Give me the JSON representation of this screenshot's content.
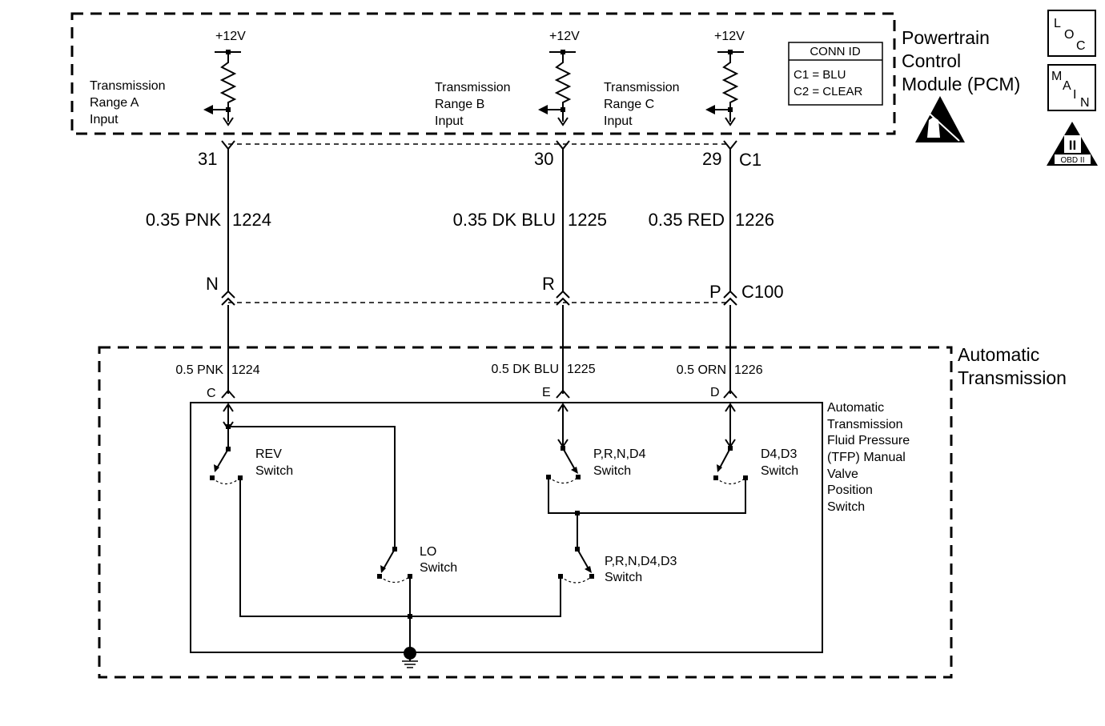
{
  "pcm": {
    "title_lines": [
      "Powertrain",
      "Control",
      "Module (PCM)"
    ],
    "supply_label": "+12V",
    "inputs": [
      {
        "lines": [
          "Transmission",
          "Range A",
          "Input"
        ]
      },
      {
        "lines": [
          "Transmission",
          "Range B",
          "Input"
        ]
      },
      {
        "lines": [
          "Transmission",
          "Range C",
          "Input"
        ]
      }
    ],
    "conn_id": {
      "title": "CONN ID",
      "rows": [
        "C1 = BLU",
        "C2 = CLEAR"
      ]
    },
    "connector_label": "C1"
  },
  "badges": {
    "loc": [
      "L",
      "O",
      "C"
    ],
    "main": [
      "M",
      "A",
      "I",
      "N"
    ],
    "obd_numeral": "II",
    "obd_text": "OBD II"
  },
  "circuits": [
    {
      "pcm_pin": "31",
      "upper_wire": "0.35 PNK",
      "upper_circuit": "1224",
      "c100_pin": "N",
      "lower_wire": "0.5 PNK",
      "lower_circuit": "1224",
      "switch_pin": "C"
    },
    {
      "pcm_pin": "30",
      "upper_wire": "0.35 DK BLU",
      "upper_circuit": "1225",
      "c100_pin": "R",
      "lower_wire": "0.5 DK BLU",
      "lower_circuit": "1225",
      "switch_pin": "E"
    },
    {
      "pcm_pin": "29",
      "upper_wire": "0.35 RED",
      "upper_circuit": "1226",
      "c100_pin": "P",
      "lower_wire": "0.5 ORN",
      "lower_circuit": "1226",
      "switch_pin": "D"
    }
  ],
  "connector_c100": "C100",
  "transmission": {
    "title_lines": [
      "Automatic",
      "Transmission"
    ],
    "tfp_lines": [
      "Automatic",
      "Transmission",
      "Fluid Pressure",
      "(TFP) Manual",
      "Valve",
      "Position",
      "Switch"
    ]
  },
  "switches": {
    "rev": [
      "REV",
      "Switch"
    ],
    "lo": [
      "LO",
      "Switch"
    ],
    "prnd4": [
      "P,R,N,D4",
      "Switch"
    ],
    "d4d3": [
      "D4,D3",
      "Switch"
    ],
    "prnd4d3": [
      "P,R,N,D4,D3",
      "Switch"
    ]
  }
}
